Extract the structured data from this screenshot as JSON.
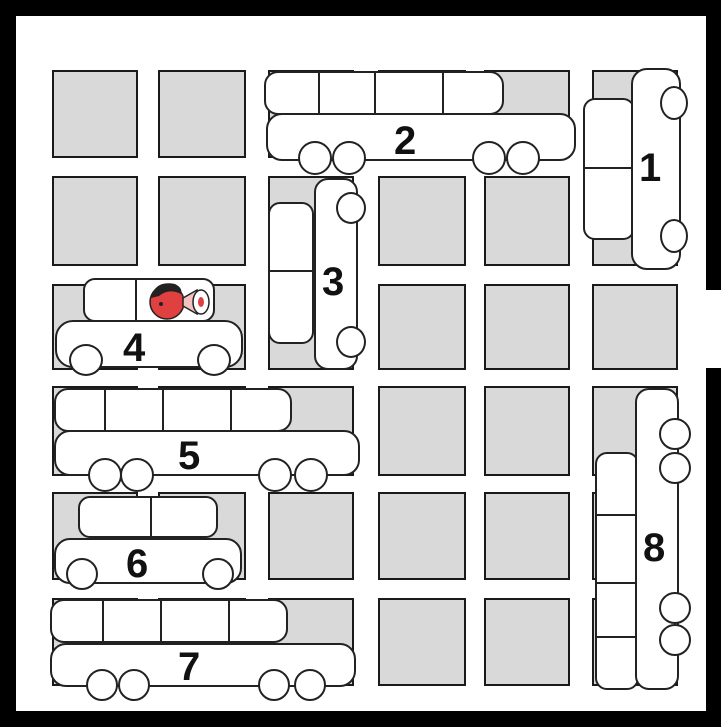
{
  "puzzle": {
    "exit_side": "right",
    "tile_color": "#d9d9d9",
    "target_marker": "red-driver-with-megaphone-icon",
    "vehicles": [
      {
        "number": "1",
        "kind": "car",
        "orientation": "vertical"
      },
      {
        "number": "2",
        "kind": "bus",
        "orientation": "horizontal"
      },
      {
        "number": "3",
        "kind": "car",
        "orientation": "vertical"
      },
      {
        "number": "4",
        "kind": "car",
        "orientation": "horizontal",
        "is_target": true
      },
      {
        "number": "5",
        "kind": "bus",
        "orientation": "horizontal"
      },
      {
        "number": "6",
        "kind": "car",
        "orientation": "horizontal"
      },
      {
        "number": "7",
        "kind": "bus",
        "orientation": "horizontal"
      },
      {
        "number": "8",
        "kind": "bus",
        "orientation": "vertical"
      }
    ]
  }
}
